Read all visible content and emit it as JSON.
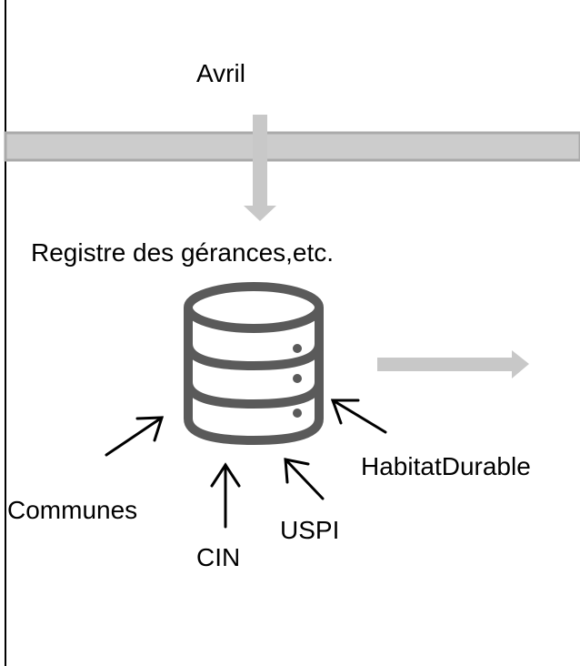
{
  "timeline": {
    "month_label": "Avril"
  },
  "database": {
    "title": "Registre des gérances,etc."
  },
  "sources": [
    {
      "label": "Communes"
    },
    {
      "label": "CIN"
    },
    {
      "label": "USPI"
    },
    {
      "label": "HabitatDurable"
    }
  ],
  "colors": {
    "band": "#cccccc",
    "band_border": "#aaaaaa",
    "arrow_grey": "#c8c8c8",
    "db_stroke": "#5a5a5a"
  },
  "icons": [
    "database-icon",
    "arrow-right-icon",
    "arrow-down-icon"
  ]
}
